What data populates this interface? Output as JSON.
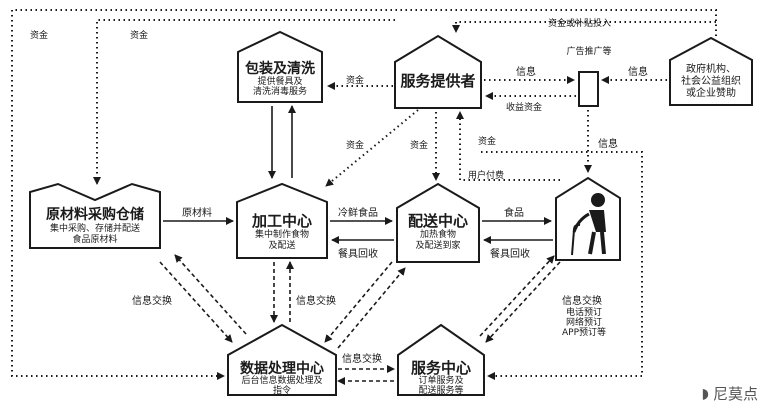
{
  "nodes": {
    "warehouse": {
      "title": "原材料采购仓储",
      "sub": [
        "集中采购、存储并配送",
        "食品原材料"
      ]
    },
    "packing": {
      "title": "包装及清洗",
      "sub": [
        "提供餐具及",
        "清洗消毒服务"
      ]
    },
    "processing": {
      "title": "加工中心",
      "sub": [
        "集中制作食物",
        "及配送"
      ]
    },
    "provider": {
      "title": "服务提供者",
      "sub": []
    },
    "ads": {
      "title": "广告推广等",
      "sub": []
    },
    "gov": {
      "title": "",
      "sub": [
        "政府机构、",
        "社会公益组织",
        "或企业赞助"
      ]
    },
    "delivery": {
      "title": "配送中心",
      "sub": [
        "加热食物",
        "及配送到家"
      ]
    },
    "data_center": {
      "title": "数据处理中心",
      "sub": [
        "后台信息数据处理及",
        "指令"
      ]
    },
    "service_center": {
      "title": "服务中心",
      "sub": [
        "订单服务及",
        "配送服务等"
      ]
    }
  },
  "labels": {
    "fund_left": "资金",
    "fund_top": "资金",
    "subsidy": "资金或补贴投入",
    "info_ads": "信息",
    "info_gov": "信息",
    "revenue": "收益资金",
    "fund_packing": "资金",
    "fund_mid1": "资金",
    "fund_mid2": "资金",
    "fund_right": "资金",
    "info_right": "信息",
    "user_pay": "用户付费",
    "raw": "原材料",
    "fresh": "冷鲜食品",
    "food": "食品",
    "tableware1": "餐具回收",
    "tableware2": "餐具回收",
    "exch1": "信息交换",
    "exch2": "信息交换",
    "exch3": "信息交换",
    "exch4": "信息交换",
    "order_ways": [
      "电话预订",
      "网络预订",
      "APP预订等"
    ]
  },
  "watermark": "尼莫点"
}
